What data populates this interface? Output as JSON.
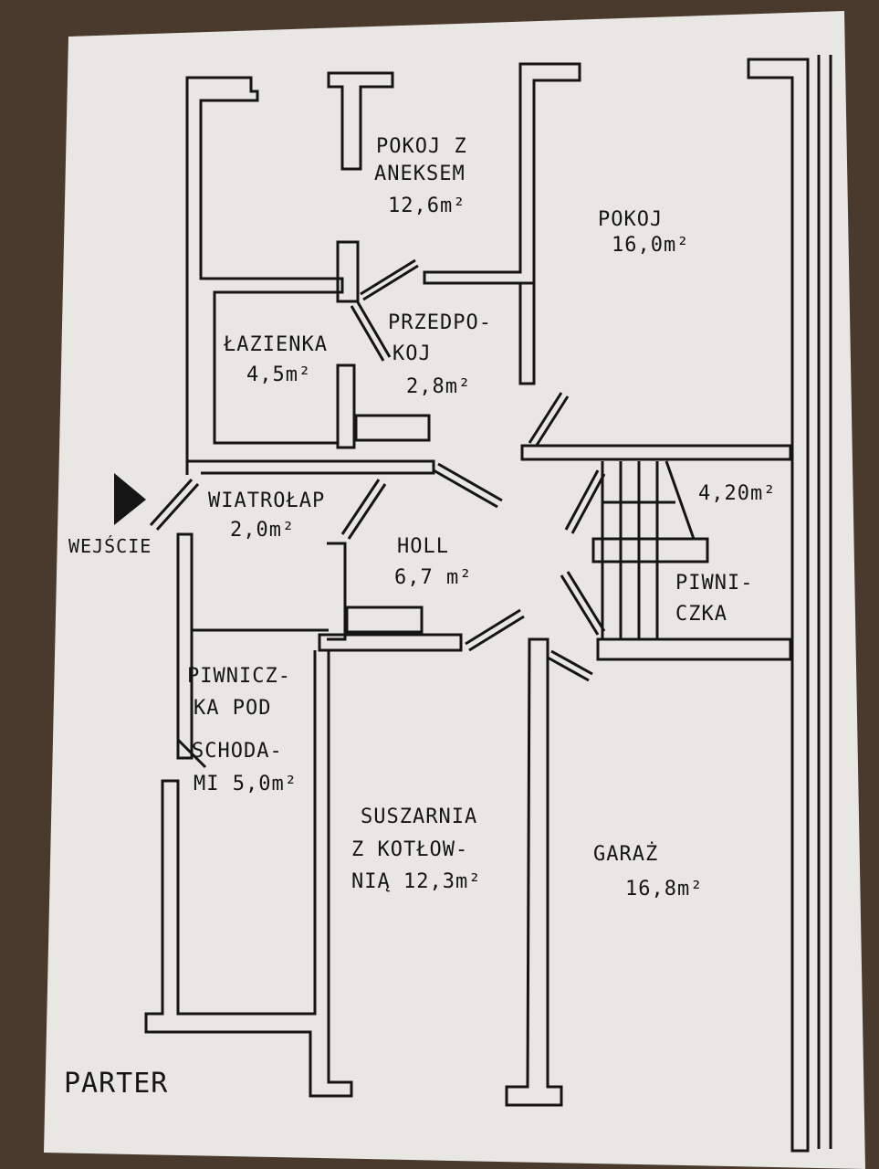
{
  "title": "PARTER",
  "entrance": "WEJŚCIE",
  "rooms": [
    {
      "name": "pokoj-z-aneksem",
      "lines": [
        "POKOJ Z",
        "ANEKSEM",
        "12,6m²"
      ]
    },
    {
      "name": "pokoj",
      "lines": [
        "POKOJ",
        "16,0m²"
      ]
    },
    {
      "name": "przedpokoj",
      "lines": [
        "PRZEDPO-",
        "KOJ",
        "2,8m²"
      ]
    },
    {
      "name": "lazienka",
      "lines": [
        "ŁAZIENKA",
        "4,5m²"
      ]
    },
    {
      "name": "wiatrolap",
      "lines": [
        "WIATROŁAP",
        "2,0m²"
      ]
    },
    {
      "name": "holl",
      "lines": [
        "HOLL",
        "6,7 m²"
      ]
    },
    {
      "name": "piwniczka",
      "lines": [
        "4,20m²",
        "PIWNI-",
        "CZKA"
      ]
    },
    {
      "name": "piwniczka-pod-schodami",
      "lines": [
        "PIWNICZ-",
        "KA POD",
        "SCHODA-",
        "MI 5,0m²"
      ]
    },
    {
      "name": "suszarnia",
      "lines": [
        "SUSZARNIA",
        "Z KOTŁOW-",
        "NIĄ 12,3m²"
      ]
    },
    {
      "name": "garaz",
      "lines": [
        "GARAŻ",
        "16,8m²"
      ]
    }
  ],
  "colors": {
    "paper": "#e9e7e3",
    "ink": "#151515",
    "background": "#4a3a2e"
  }
}
